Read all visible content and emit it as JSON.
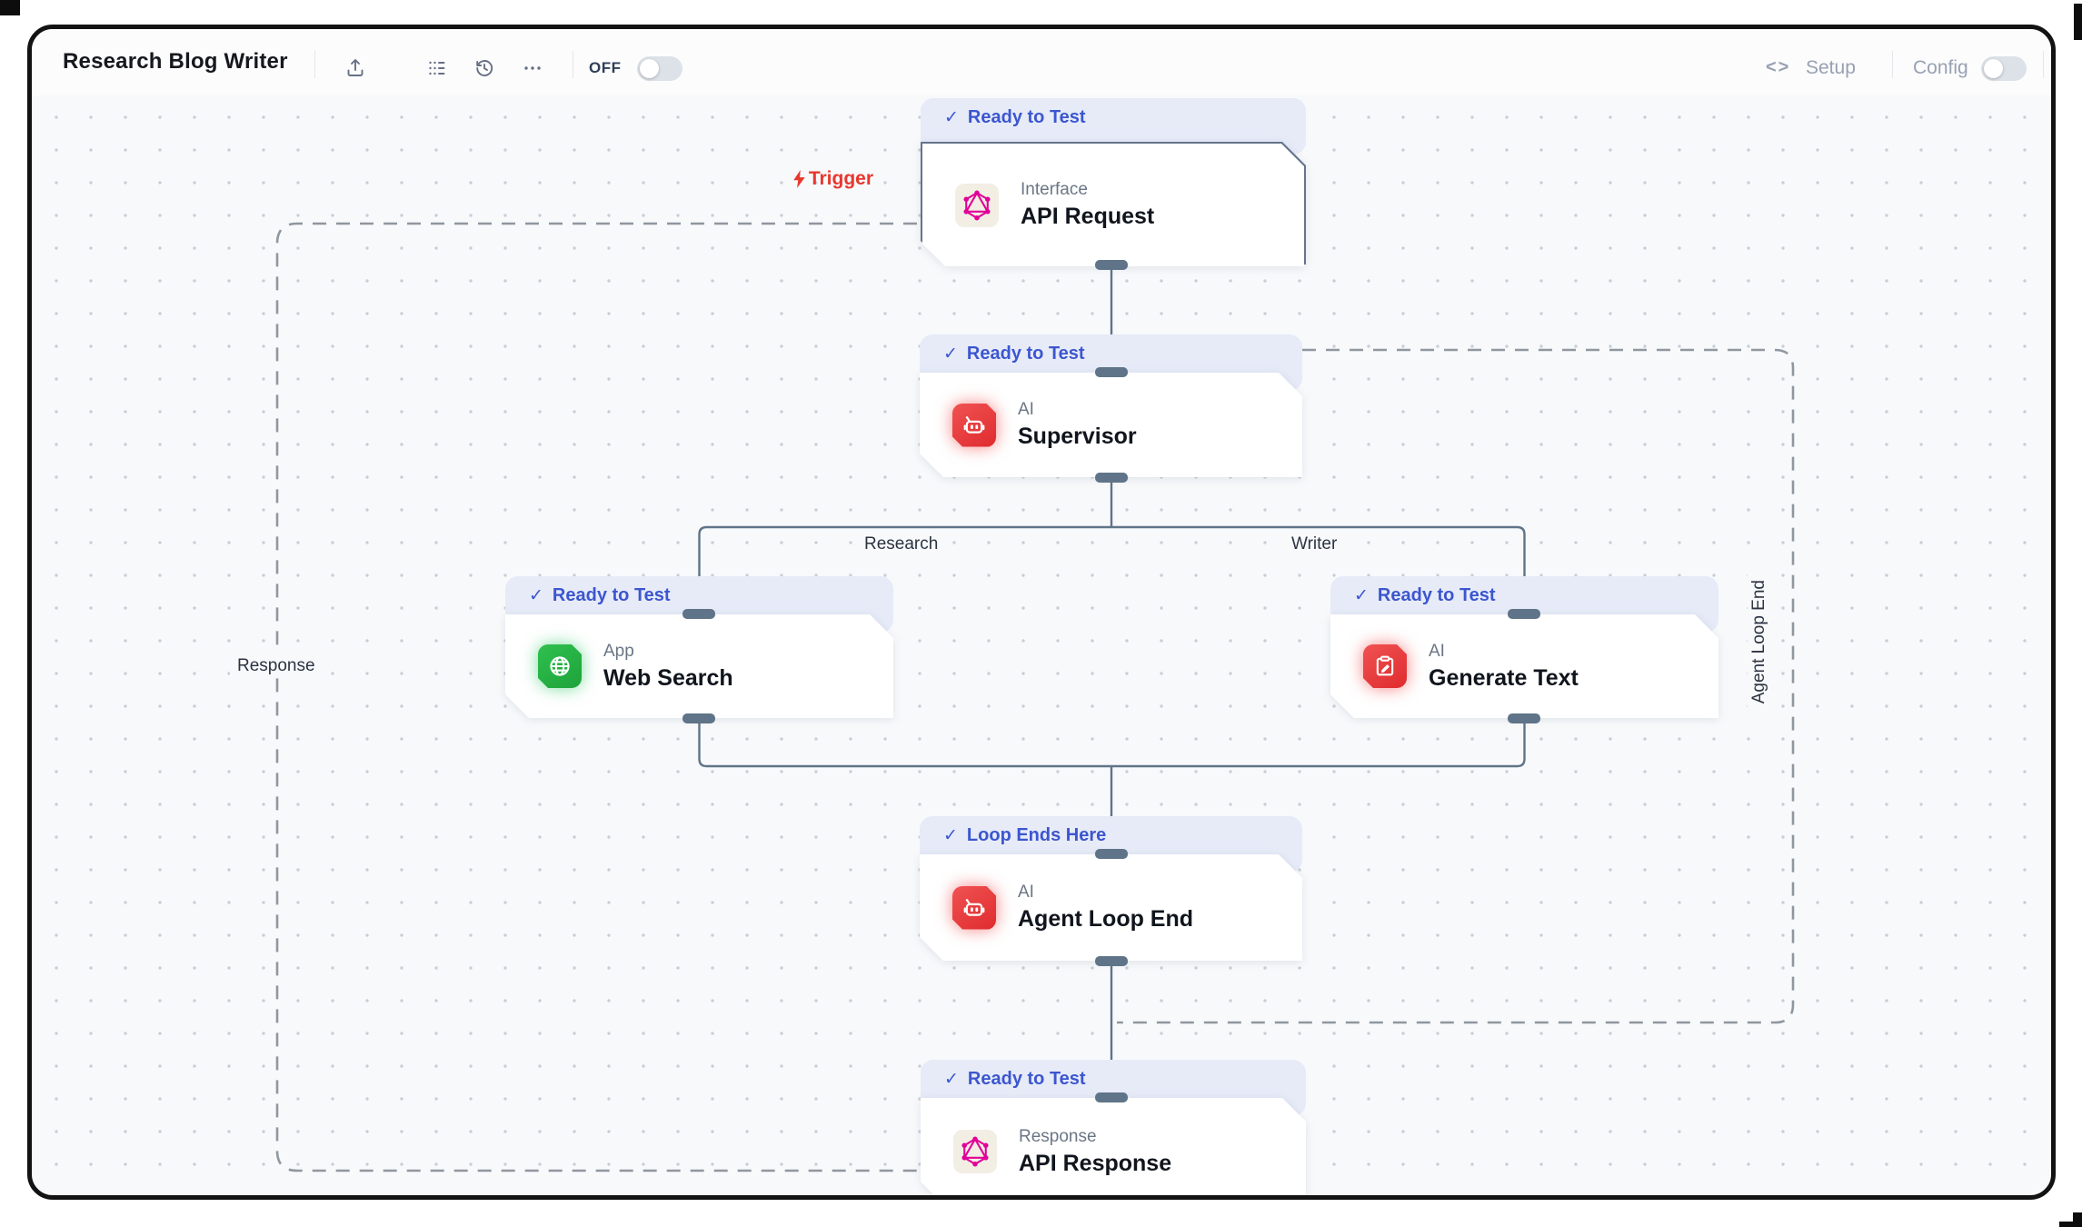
{
  "header": {
    "title": "Research Blog Writer",
    "power_label": "OFF",
    "power_state": "off",
    "setup_label": "Setup",
    "config_label": "Config",
    "config_state": "off"
  },
  "canvas": {
    "trigger_label": "Trigger",
    "branch_left_label": "Research",
    "branch_right_label": "Writer",
    "loop_region_label": "Agent Loop End",
    "response_edge_label": "Response"
  },
  "glyphs": {
    "check": "✓",
    "code": "<>"
  },
  "nodes": [
    {
      "id": "api-request",
      "badge": "Ready to Test",
      "type": "Interface",
      "title": "API Request",
      "icon": "graphql-icon"
    },
    {
      "id": "supervisor",
      "badge": "Ready to Test",
      "type": "AI",
      "title": "Supervisor",
      "icon": "robot-icon"
    },
    {
      "id": "web-search",
      "badge": "Ready to Test",
      "type": "App",
      "title": "Web Search",
      "icon": "globe-icon"
    },
    {
      "id": "generate-text",
      "badge": "Ready to Test",
      "type": "AI",
      "title": "Generate Text",
      "icon": "clipboard-pencil-icon"
    },
    {
      "id": "agent-loop-end",
      "badge": "Loop Ends Here",
      "type": "AI",
      "title": "Agent Loop End",
      "icon": "robot-icon"
    },
    {
      "id": "api-response",
      "badge": "Ready to Test",
      "type": "Response",
      "title": "API Response",
      "icon": "graphql-icon"
    }
  ],
  "colors": {
    "badge_bg": "#e7ebf8",
    "badge_text": "#3c56cf",
    "connector": "#5f7488",
    "dashed": "#8f979f",
    "accent_red": "#e5383b",
    "accent_green": "#22b33e",
    "graphql_pink": "#e10098",
    "trigger_red": "#e8382e",
    "canvas_bg": "#f8f9fb"
  }
}
